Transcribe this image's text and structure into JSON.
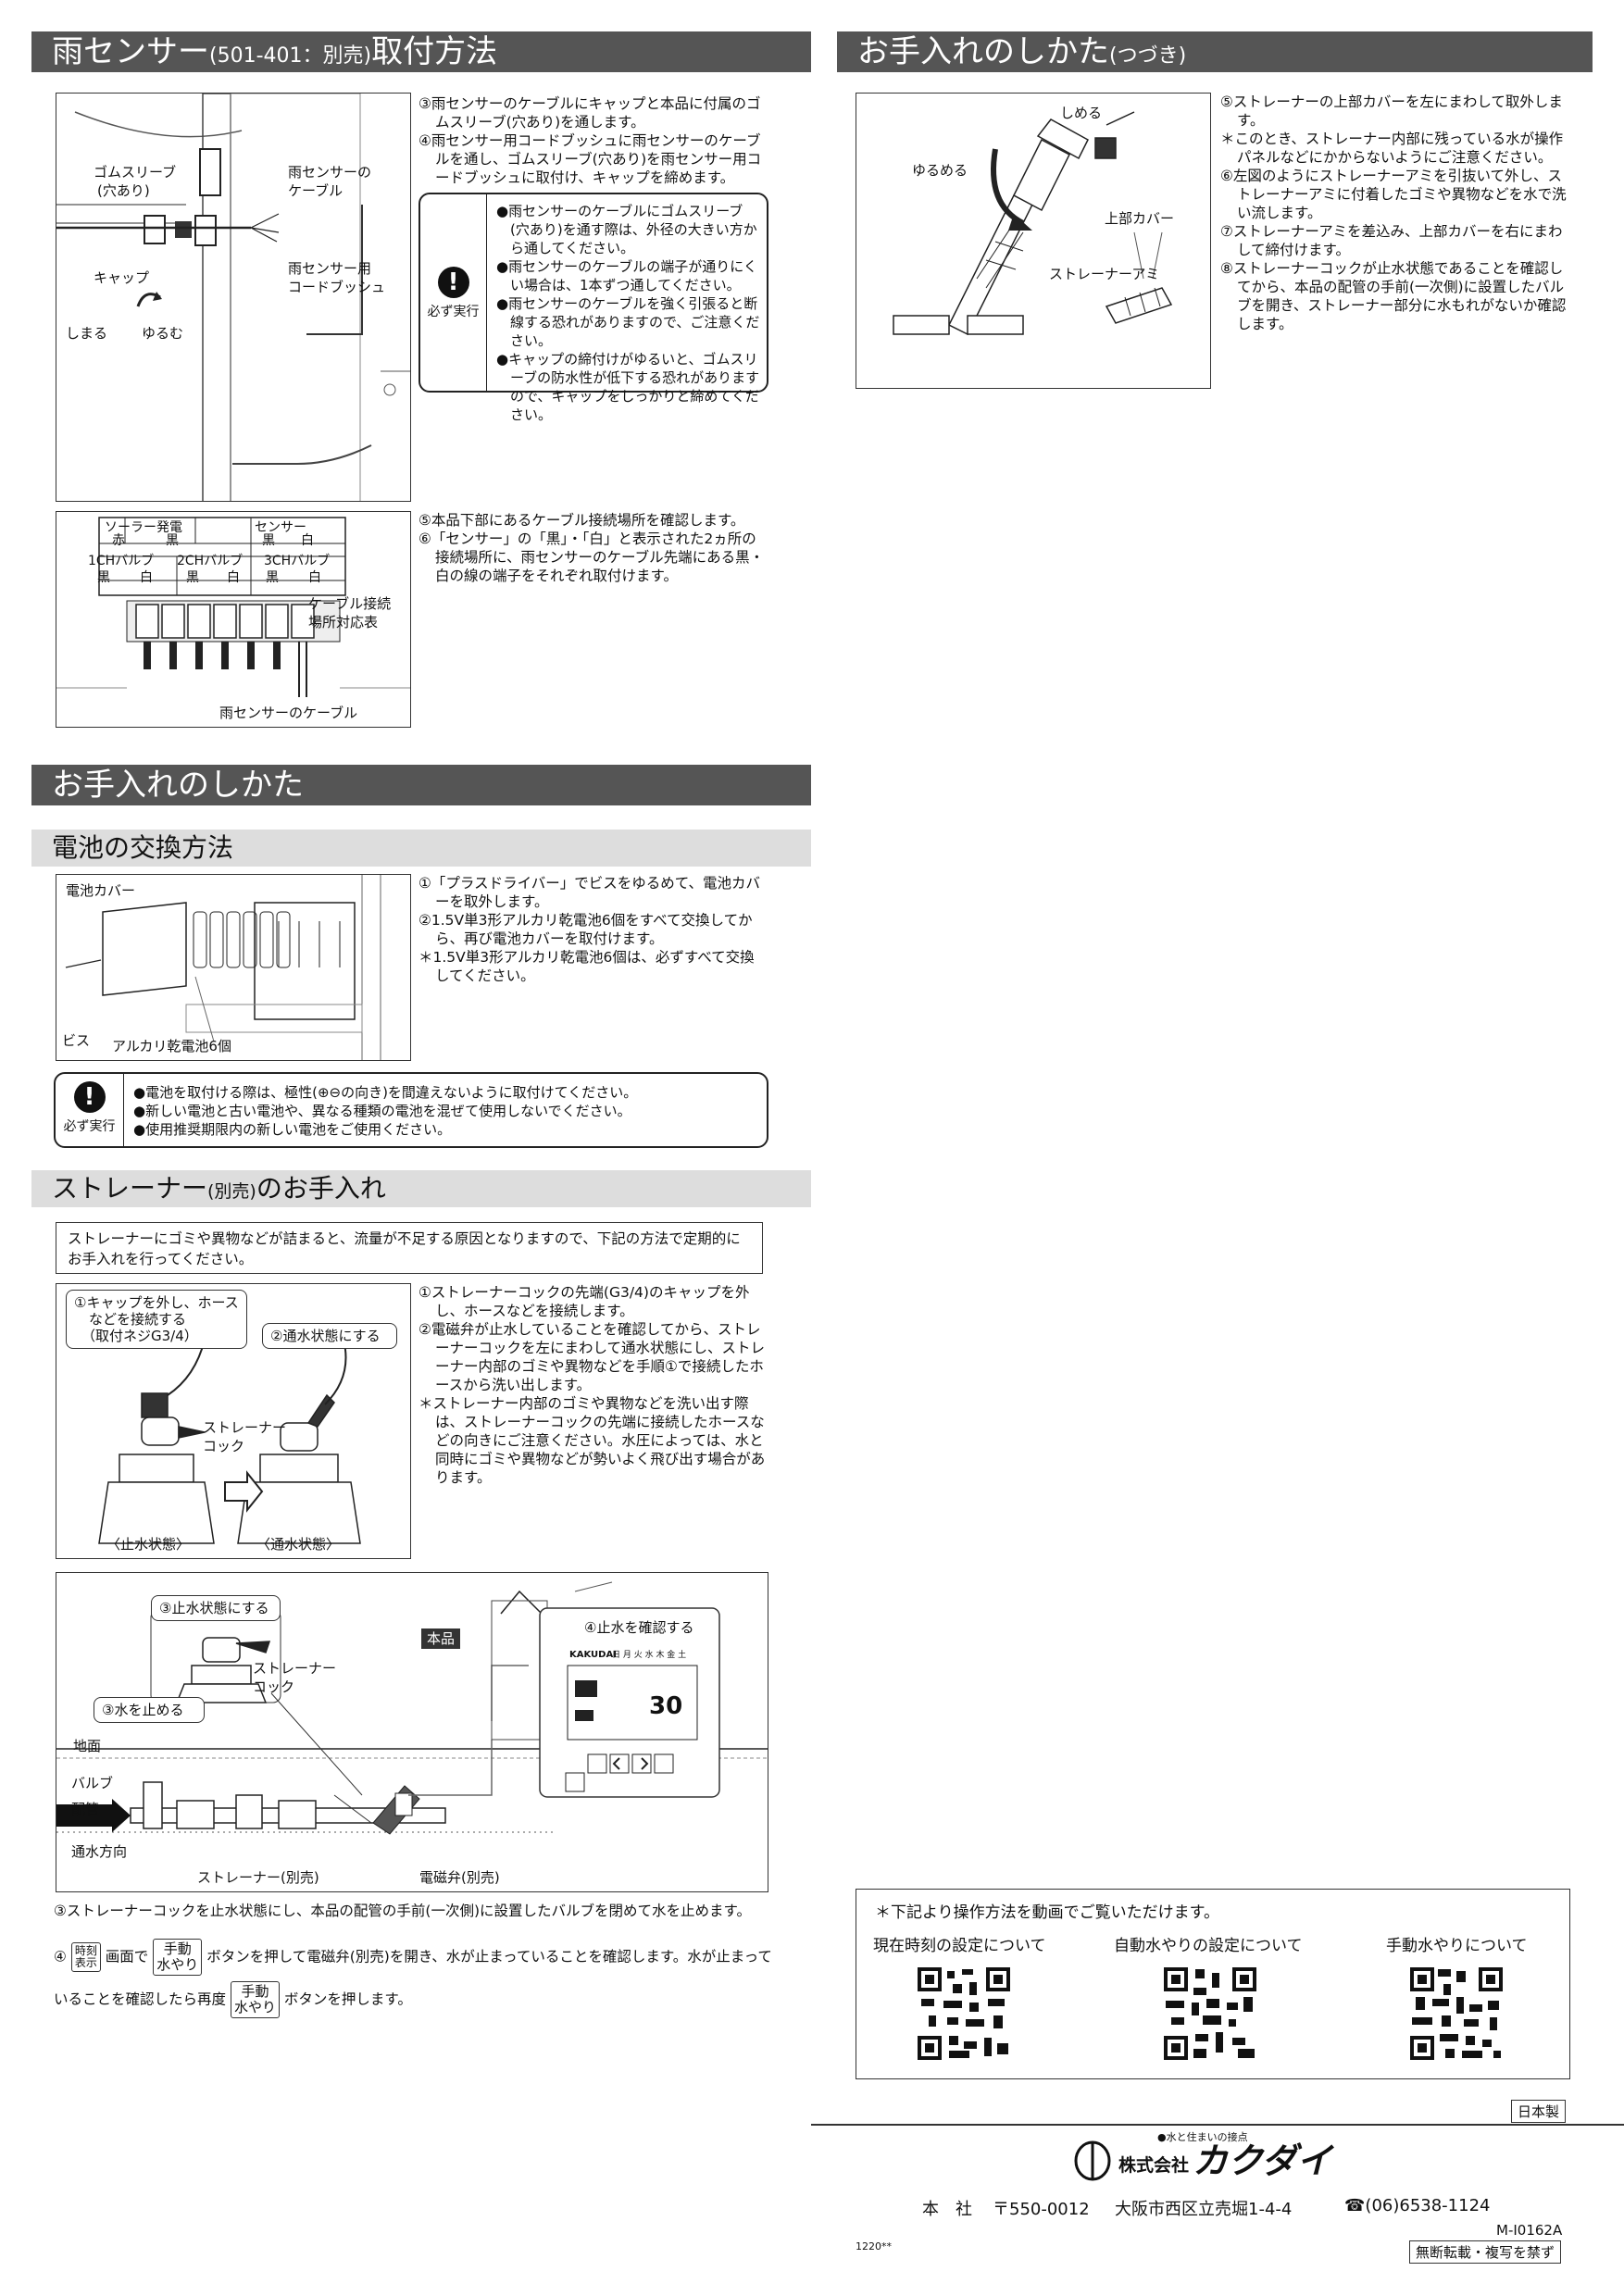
{
  "left_header": {
    "title_a": "雨センサー",
    "title_b": "(501-401：別売)",
    "title_c": "取付方法"
  },
  "right_header": {
    "title_a": "お手入れのしかた",
    "title_b": "(つづき)"
  },
  "rain": {
    "fig1_labels": {
      "sleeve": "ゴムスリーブ",
      "sleeve2": "(穴あり)",
      "cap": "キャップ",
      "tighten": "しまる",
      "loosen": "ゆるむ",
      "cable": "雨センサーの",
      "cable2": "ケーブル",
      "bush": "雨センサー用",
      "bush2": "コードブッシュ"
    },
    "steps_a": [
      "③雨センサーのケーブルにキャップと本品に付属のゴムスリーブ(穴あり)を通します。",
      "④雨センサー用コードブッシュに雨センサーのケーブルを通し、ゴムスリーブ(穴あり)を雨センサー用コードブッシュに取付け、キャップを締めます。"
    ],
    "warning1": {
      "label": "必ず実行",
      "items": [
        "雨センサーのケーブルにゴムスリーブ(穴あり)を通す際は、外径の大きい方から通してください。",
        "雨センサーのケーブルの端子が通りにくい場合は、1本ずつ通してください。",
        "雨センサーのケーブルを強く引張ると断線する恐れがありますので、ご注意ください。",
        "キャップの締付けがゆるいと、ゴムスリーブの防水性が低下する恐れがありますので、キャップをしっかりと締めてください。"
      ]
    },
    "table": {
      "solar": "ソーラー発電",
      "sensor": "センサー",
      "red": "赤",
      "black": "黒",
      "white": "白",
      "ch1": "1CHバルブ",
      "ch2": "2CHバルブ",
      "ch3": "3CHバルブ"
    },
    "fig2_labels": {
      "conn": "ケーブル接続",
      "conn2": "場所対応表",
      "cable": "雨センサーのケーブル"
    },
    "steps_b": [
      "⑤本品下部にあるケーブル接続場所を確認します。",
      "⑥「センサー」の「黒」・「白」と表示された2ヵ所の接続場所に、雨センサーのケーブル先端にある黒・白の線の端子をそれぞれ取付けます。"
    ]
  },
  "care_header": "お手入れのしかた",
  "battery": {
    "title": "電池の交換方法",
    "labels": {
      "cover": "電池カバー",
      "screw": "ビス",
      "batt": "アルカリ乾電池6個"
    },
    "steps": [
      "①「プラスドライバー」でビスをゆるめて、電池カバーを取外します。",
      "②1.5V単3形アルカリ乾電池6個をすべて交換してから、再び電池カバーを取付けます。",
      "＊1.5V単3形アルカリ乾電池6個は、必ずすべて交換してください。"
    ],
    "warning": {
      "label": "必ず実行",
      "items": [
        "電池を取付ける際は、極性(⊕⊖の向き)を間違えないように取付けてください。",
        "新しい電池と古い電池や、異なる種類の電池を混ぜて使用しないでください。",
        "使用推奨期限内の新しい電池をご使用ください。"
      ]
    }
  },
  "strainer": {
    "title_a": "ストレーナー",
    "title_b": "(別売)",
    "title_c": "のお手入れ",
    "intro": "ストレーナーにゴミや異物などが詰まると、流量が不足する原因となりますので、下記の方法で定期的にお手入れを行ってください。",
    "fig_labels": {
      "c1": "①キャップを外し、ホース",
      "c1b": "などを接続する",
      "c1c": "（取付ネジG3/4）",
      "c2": "②通水状態にする",
      "cock": "ストレーナー",
      "cock2": "コック",
      "closed": "〈止水状態〉",
      "open": "〈通水状態〉"
    },
    "steps": [
      "①ストレーナーコックの先端(G3/4)のキャップを外し、ホースなどを接続します。",
      "②電磁弁が止水していることを確認してから、ストレーナーコックを左にまわして通水状態にし、ストレーナー内部のゴミや異物などを手順①で接続したホースから洗い出します。",
      "＊ストレーナー内部のゴミや異物などを洗い出す際は、ストレーナーコックの先端に接続したホースなどの向きにご注意ください。水圧によっては、水と同時にゴミや異物などが勢いよく飛び出す場合があります。"
    ],
    "big_labels": {
      "c3": "③止水状態にする",
      "cock": "ストレーナー",
      "cock2": "コック",
      "main": "本品",
      "c4": "④止水を確認する",
      "stop": "③水を止める",
      "ground": "地面",
      "valve": "バルブ",
      "pipe": "配管",
      "flow": "通水方向",
      "strainer": "ストレーナー(別売)",
      "solenoid": "電磁弁(別売)",
      "brand": "KAKUDAI",
      "days": "日 月 火 水 木 金 土",
      "lcd": "30"
    },
    "step3": "③ストレーナーコックを止水状態にし、本品の配管の手前(一次側)に設置したバルブを閉めて水を止めます。",
    "step4": {
      "num": "④",
      "btn1a": "時刻",
      "btn1b": "表示",
      "t1": "画面で",
      "btn2a": "手動",
      "btn2b": "水やり",
      "t2": "ボタンを押して電磁弁(別売)を開き、水が止まっていることを確認します。水が止まって",
      "t3": "いることを確認したら再度",
      "t4": "ボタンを押します。"
    }
  },
  "right": {
    "fig_labels": {
      "shime": "しめる",
      "yurume": "ゆるめる",
      "cover": "上部カバー",
      "ami": "ストレーナーアミ"
    },
    "steps": [
      "⑤ストレーナーの上部カバーを左にまわして取外します。",
      "＊このとき、ストレーナー内部に残っている水が操作パネルなどにかからないようにご注意ください。",
      "⑥左図のようにストレーナーアミを引抜いて外し、ストレーナーアミに付着したゴミや異物などを水で洗い流します。",
      "⑦ストレーナーアミを差込み、上部カバーを右にまわして締付けます。",
      "⑧ストレーナーコックが止水状態であることを確認してから、本品の配管の手前(一次側)に設置したバルブを開き、ストレーナー部分に水もれがないか確認します。"
    ]
  },
  "video": {
    "heading": "＊下記より操作方法を動画でご覧いただけます。",
    "items": [
      "現在時刻の設定について",
      "自動水やりの設定について",
      "手動水やりについて"
    ]
  },
  "footer": {
    "made": "日本製",
    "slogan": "●水と住まいの接点",
    "company": "株式会社",
    "brand": "カクダイ",
    "hq": "本　社",
    "zip": "〒550-0012",
    "addr": "大阪市西区立売堀1-4-4",
    "tel": "☎(06)6538-1124",
    "code": "M-I0162A",
    "date": "1220**",
    "copy": "無断転載・複写を禁ず"
  }
}
